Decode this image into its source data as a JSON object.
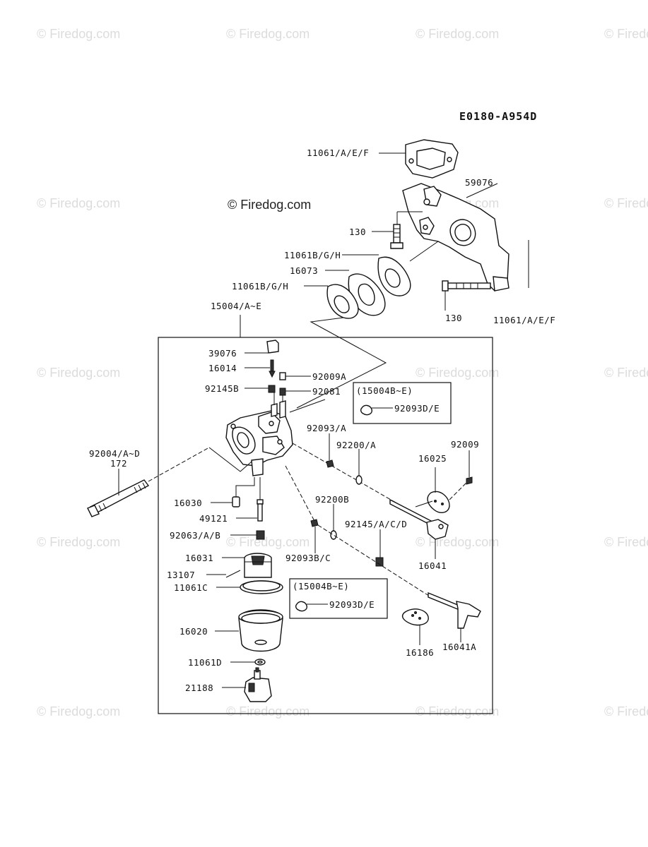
{
  "diagram_code": "E0180-A954D",
  "watermark": "© Firedog.com",
  "watermark_main": "© Firedog.com",
  "labels": {
    "l_11061_aef_top": "11061/A/E/F",
    "l_59076": "59076",
    "l_130_a": "130",
    "l_11061bgh_a": "11061B/G/H",
    "l_16073": "16073",
    "l_11061bgh_b": "11061B/G/H",
    "l_130_b": "130",
    "l_11061_aef_right": "11061/A/E/F",
    "l_15004": "15004/A~E",
    "l_39076": "39076",
    "l_16014": "16014",
    "l_92009a": "92009A",
    "l_92145b": "92145B",
    "l_92081": "92081",
    "l_box1_title": "(15004B~E)",
    "l_box1_part": "92093D/E",
    "l_92093a": "92093/A",
    "l_92200a": "92200/A",
    "l_92009": "92009",
    "l_16025": "16025",
    "l_92004": "92004/A~D",
    "l_172": "172",
    "l_16030": "16030",
    "l_49121": "49121",
    "l_92063": "92063/A/B",
    "l_92200b": "92200B",
    "l_92145acd": "92145/A/C/D",
    "l_92093bc": "92093B/C",
    "l_16041": "16041",
    "l_16031": "16031",
    "l_13107": "13107",
    "l_11061c": "11061C",
    "l_box2_title": "(15004B~E)",
    "l_box2_part": "92093D/E",
    "l_16020": "16020",
    "l_11061d": "11061D",
    "l_16186": "16186",
    "l_16041a": "16041A",
    "l_21188": "21188"
  }
}
